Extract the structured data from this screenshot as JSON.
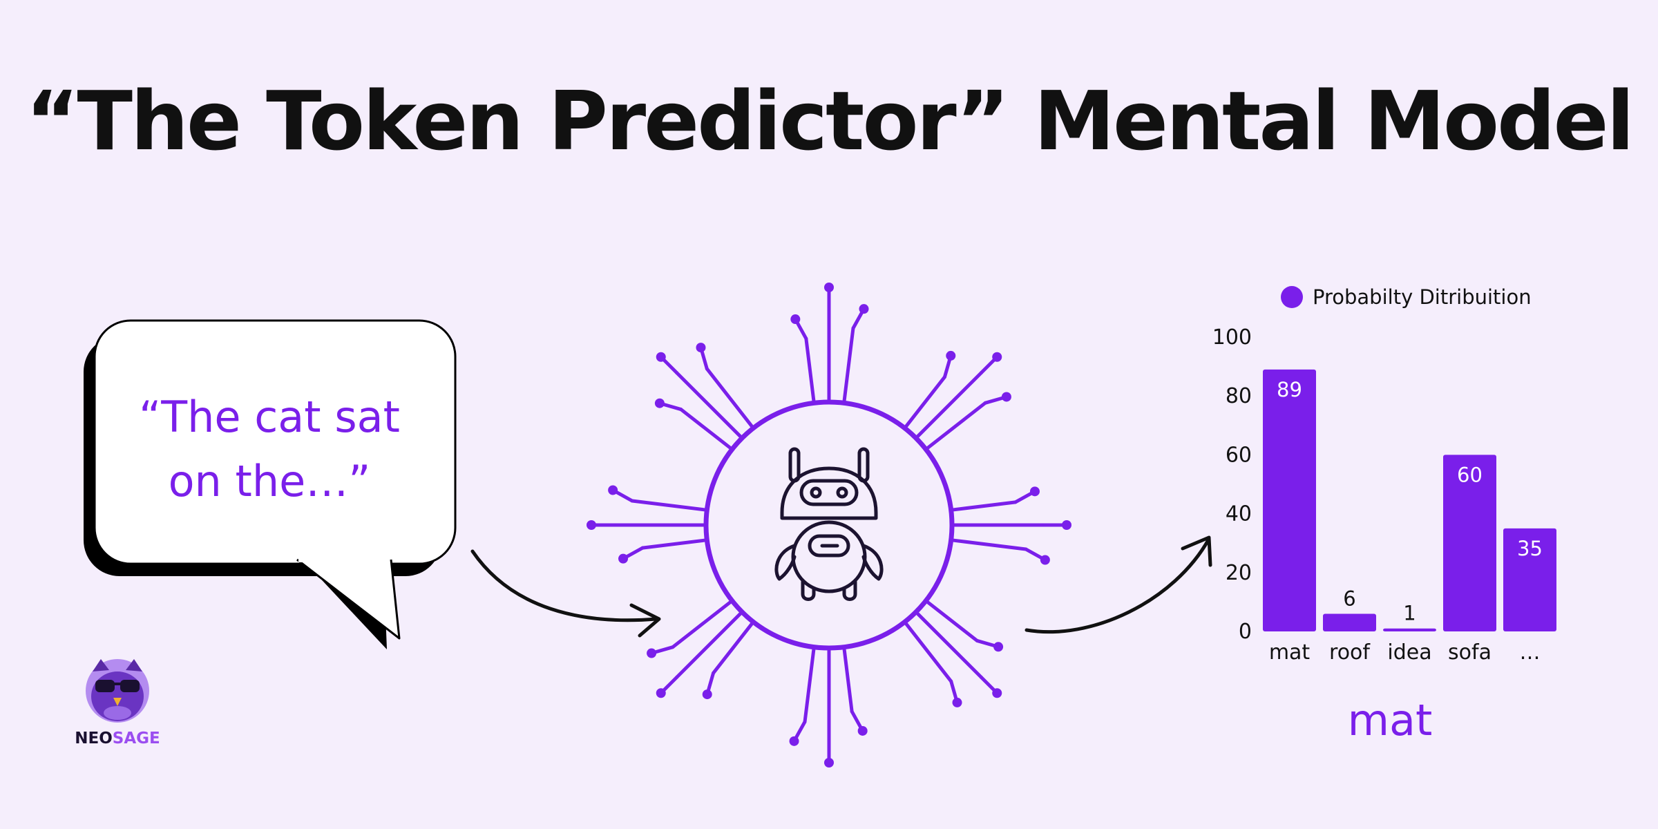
{
  "title": "“The Token Predictor” Mental Model",
  "prompt_bubble": {
    "line1": "“The cat sat",
    "line2": "on the…”"
  },
  "brand": {
    "name_part1": "NEO",
    "name_part2": "SAGE"
  },
  "colors": {
    "background": "#f5eefc",
    "accent": "#7a1fea",
    "ink": "#111111"
  },
  "icons": {
    "model": "robot-icon",
    "circuit": "circuit-traces",
    "arrow": "curved-arrow-icon",
    "logo": "owl-logo-icon"
  },
  "chart_data": {
    "type": "bar",
    "legend": "Probabilty Ditribuition",
    "legend_position": "top",
    "categories": [
      "mat",
      "roof",
      "idea",
      "sofa",
      "…"
    ],
    "values": [
      89,
      6,
      1,
      60,
      35
    ],
    "data_labels": [
      "89",
      "6",
      "1",
      "60",
      "35"
    ],
    "yticks": [
      "0",
      "20",
      "40",
      "60",
      "80",
      "100"
    ],
    "ylim": [
      0,
      100
    ],
    "grid": false,
    "color": "#7a1fea"
  },
  "result": "mat"
}
